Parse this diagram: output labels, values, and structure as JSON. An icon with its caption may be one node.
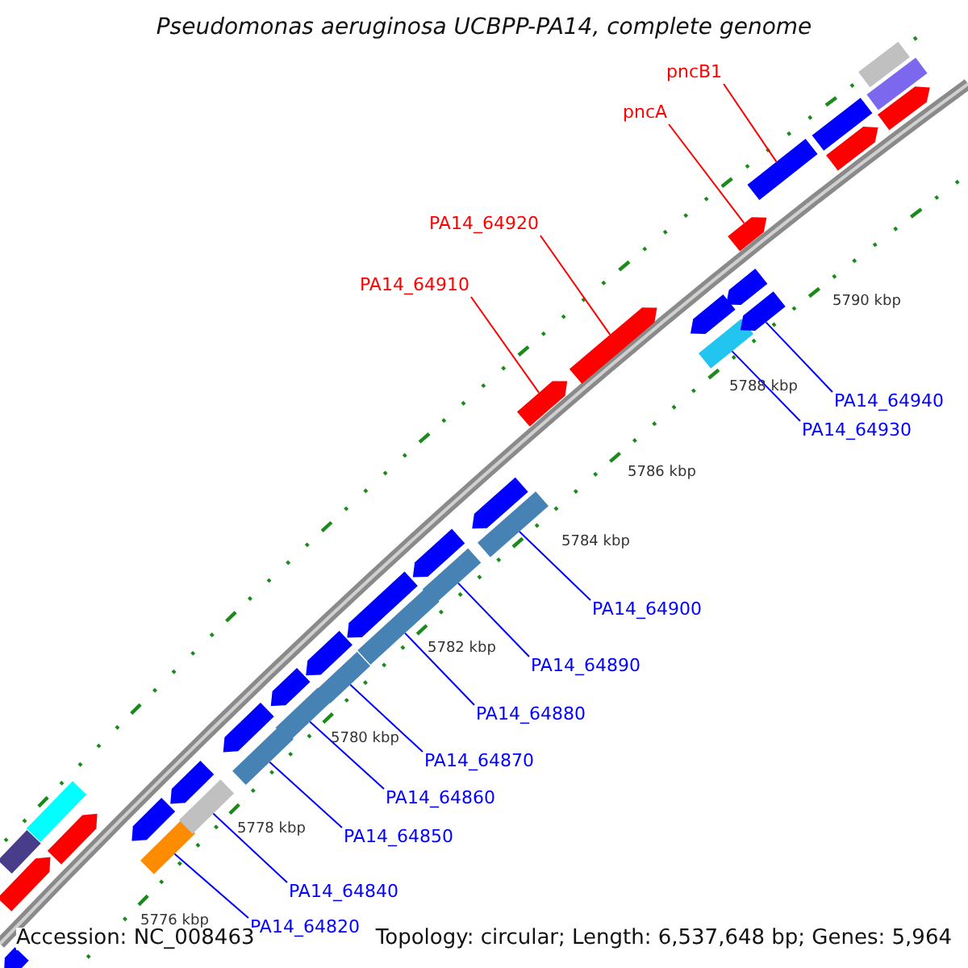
{
  "diagram": {
    "title": "Pseudomonas aeruginosa UCBPP-PA14, complete genome",
    "nodes": [
      {
        "text": [
          "pncB1"
        ]
      },
      {
        "text": [
          "pncA"
        ]
      },
      {
        "text": [
          "PA14_64920"
        ]
      },
      {
        "text": [
          "PA14_64910"
        ]
      },
      {
        "text": [
          "PA14_64940"
        ]
      },
      {
        "text": [
          "PA14_64930"
        ]
      },
      {
        "text": [
          "PA14_64900"
        ]
      },
      {
        "text": [
          "PA14_64890"
        ]
      },
      {
        "text": [
          "PA14_64880"
        ]
      },
      {
        "text": [
          "PA14_64870"
        ]
      },
      {
        "text": [
          "PA14_64860"
        ]
      },
      {
        "text": [
          "PA14_64850"
        ]
      },
      {
        "text": [
          "PA14_64840"
        ]
      },
      {
        "text": [
          "PA14_64820"
        ]
      },
      {
        "text": [],
        "shape": "arrow"
      },
      {
        "text": [],
        "shape": "bar"
      },
      {
        "text": [],
        "shape": "arrow"
      },
      {
        "text": [],
        "shape": "bar"
      },
      {
        "text": [],
        "shape": "arrow"
      },
      {
        "text": [],
        "shape": "arrow"
      },
      {
        "text": [],
        "shape": "bar"
      },
      {
        "text": [],
        "shape": "arrow"
      },
      {
        "text": [],
        "shape": "bar"
      },
      {
        "text": [],
        "shape": "arrow"
      },
      {
        "text": [],
        "shape": "bar"
      },
      {
        "text": [],
        "shape": "arrow"
      },
      {
        "text": [],
        "shape": "bar"
      },
      {
        "text": [],
        "shape": "arrow"
      },
      {
        "text": [],
        "shape": "bar"
      },
      {
        "text": [],
        "shape": "arrow"
      },
      {
        "text": [],
        "shape": "bar"
      },
      {
        "text": [],
        "shape": "arrow"
      },
      {
        "text": [],
        "shape": "bar"
      },
      {
        "text": [],
        "shape": "arrow"
      },
      {
        "text": [],
        "shape": "bar"
      },
      {
        "text": [],
        "shape": "arrow"
      },
      {
        "text": [],
        "shape": "arrow"
      },
      {
        "text": [],
        "shape": "arrow"
      },
      {
        "text": [],
        "shape": "bar"
      },
      {
        "text": [],
        "shape": "arrow"
      },
      {
        "text": [],
        "shape": "arrow"
      },
      {
        "text": [],
        "shape": "arrow"
      },
      {
        "text": [],
        "shape": "bar"
      },
      {
        "text": [],
        "shape": "bar"
      },
      {
        "text": [],
        "shape": "arrow"
      },
      {
        "text": [],
        "shape": "bar"
      },
      {
        "text": [],
        "shape": "bar"
      },
      {
        "text": [],
        "shape": "arrow"
      }
    ],
    "edges": [
      {
        "from": 0,
        "to": 42,
        "arrow": "none",
        "color": "#ff0000"
      },
      {
        "from": 1,
        "to": 40,
        "arrow": "none",
        "color": "#ff0000"
      },
      {
        "from": 2,
        "to": 36,
        "arrow": "none",
        "color": "#ff0000"
      },
      {
        "from": 3,
        "to": 35,
        "arrow": "none",
        "color": "#ff0000"
      },
      {
        "from": 4,
        "to": 41,
        "arrow": "none"
      },
      {
        "from": 5,
        "to": 38,
        "arrow": "none"
      },
      {
        "from": 6,
        "to": 34,
        "arrow": "none"
      },
      {
        "from": 7,
        "to": 32,
        "arrow": "none"
      },
      {
        "from": 8,
        "to": 30,
        "arrow": "none"
      },
      {
        "from": 9,
        "to": 28,
        "arrow": "none"
      },
      {
        "from": 10,
        "to": 26,
        "arrow": "none"
      },
      {
        "from": 11,
        "to": 24,
        "arrow": "none"
      },
      {
        "from": 12,
        "to": 22,
        "arrow": "none"
      },
      {
        "from": 13,
        "to": 20,
        "arrow": "none"
      }
    ],
    "labels": [
      "5790 kbp",
      "5788 kbp",
      "5786 kbp",
      "5784 kbp",
      "5782 kbp",
      "5780 kbp",
      "5778 kbp",
      "5776 kbp",
      "Accession: NC_008463",
      "Topology: circular; Length: 6,537,648 bp; Genes: 5,964"
    ]
  }
}
